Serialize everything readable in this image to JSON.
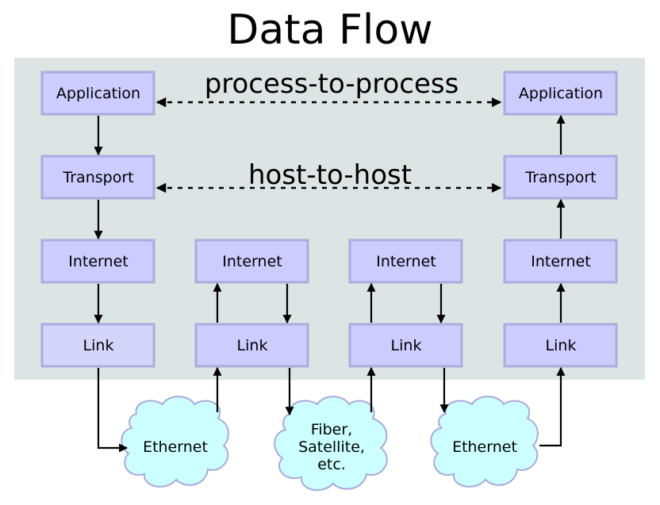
{
  "title": "Data Flow",
  "colors": {
    "panel": "#dce4e4",
    "box_fill": "#ccccff",
    "box_border": "#ababdd",
    "cloud_fill": "#ccffff",
    "cloud_border": "#a9a9dd"
  },
  "peer_labels": {
    "application": "process-to-process",
    "transport": "host-to-host"
  },
  "columns": [
    {
      "id": "host-a",
      "layers": [
        "Application",
        "Transport",
        "Internet",
        "Link"
      ]
    },
    {
      "id": "router-1",
      "layers": [
        "Internet",
        "Link"
      ]
    },
    {
      "id": "router-2",
      "layers": [
        "Internet",
        "Link"
      ]
    },
    {
      "id": "host-b",
      "layers": [
        "Application",
        "Transport",
        "Internet",
        "Link"
      ]
    }
  ],
  "media": [
    {
      "id": "ethernet-1",
      "lines": [
        "Ethernet"
      ]
    },
    {
      "id": "fiber-satellite",
      "lines": [
        "Fiber,",
        "Satellite,",
        "etc."
      ]
    },
    {
      "id": "ethernet-2",
      "lines": [
        "Ethernet"
      ]
    }
  ]
}
